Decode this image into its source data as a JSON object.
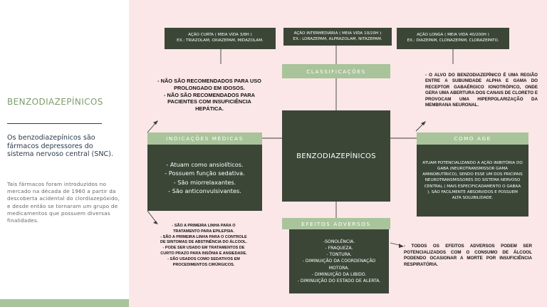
{
  "sidebar": {
    "title": "BENZODIAZEPÍNICOS",
    "lead": "Os benzodiazepínicos são fármacos depressores do sistema nervoso central (SNC).",
    "body": "Tais fármacos foram introduzidos no mercado na década de 1960 a partir da descoberta acidental do clordiazepóxido, e desde então se tornaram um grupo de medicamentos que possuem diversas finalidades."
  },
  "center": {
    "title": "BENZODIAZEPÍNICOS"
  },
  "classification": {
    "label": "CLASSIFICAÇÕES",
    "short": {
      "line1": "AÇÃO CURTA ( MEIA  VIDA 3/8H )",
      "line2": "EX.: TRIAZOLAM, OXIAZEPAM, MIDAZOLAM."
    },
    "intermediate": {
      "line1": "AÇÃO INTERMEDIÁRIA ( MEIA VIDA 10/20H )",
      "line2": "EX.: LORAZEPAM, ALPRAZOLAM, NITAZEPAM."
    },
    "long": {
      "line1": "AÇÃO LONGA ( MEIA VIDA 40/200H )",
      "line2": "EX.: DIAZEPAM, CLONAZEPAM, CLORAZEPATO."
    }
  },
  "indications": {
    "label": "INDICAÇÕES MÉDICAS",
    "items": [
      "- Atuam como ansiolíticos.",
      "- Possuem função sedativa.",
      "- São miorrelaxantes.",
      "- São anticonvulsivantes."
    ],
    "warnings": [
      "- NÃO SÃO RECOMENDADOS PARA USO",
      "PROLONGADO EM IDOSOS.",
      "- NÃO SÃO RECOMENDADOS PARA",
      "PACIENTES COM INSUFICIÊNCIA",
      "HEPÁTICA."
    ],
    "uses": [
      "- SÃO A PRIMEIRA LINHA PARA O",
      "TRATAMENTO PARA EPILEPSIA.",
      "- SÃO A PRIMEIRA LINHA PARA O CONTROLE",
      "DE SINTOMAS DE ABSTINÊNCIA DO ÁLCOOL.",
      "- PODE SER USADO EM TRATAMENTOS DE",
      "CURTO PRAZO PARA INSÔNIA E ANSIEDADE.",
      "- SÃO USADOS COMO SEDATIVOS EM",
      "PROCEDIMENTOS CIRÚRGICOS."
    ]
  },
  "mechanism": {
    "label": "COMO AGE",
    "body": "ATUAM POTENCIALIZANDO A AÇÃO INIBITÓRIA DO GABA (NEUROTRANSMISSOR GAMA AMINOBUTÍRICO), SENDO ESSE UM DOS PRICIPAIS NEUROTRANSMISSORES DO SISTEMA NERVOSO CENTRAL ( MAIS ESPECIFICADAMENTO O GABAA ). SÃO FACILMENTE ABSORVIDOS E POSSUEM ALTA SOLUBILIDADE.",
    "note": "- O ALVO DO BENZODIAZEPÍNICO É UMA REGIÃO ENTRE A SUBUNIDADE ALPHA E GAMA DO RECEPTOR GABAÉRGICO IONOTRÓPICO, ONDE GERA UMA ABERTURA DOS CANAIS DE CLORETO E PROVOCAM UMA HIPERPOLARIZAÇÃO DA MEMBRANA NEURONAL."
  },
  "adverse": {
    "label": "EFEITOS ADVERSOS",
    "items": [
      "-SONOLÊNCIA.",
      "- FRAQUEZA.",
      "- TONTURA.",
      "- DIMINUIÇÃO DA COORDENAÇÃO",
      "MOTORA.",
      "- DIMINUIÇÃO DA LIBIDO.",
      "- DIMINUIÇÃO DO ESTADO DE ALERTA."
    ],
    "note": "- TODOS OS EFEITOS ADVERSOS PODEM SER POTENCIALIZADOS COM O CONSUMO DE ÁLCOOL PODENDO OCASIONAR A MORTE POR INSUFICIÊNCIA RESPIRATÓRIA."
  },
  "colors": {
    "dark": "#3b4637",
    "green": "#a9c49b",
    "pink": "#fbe7e7"
  }
}
